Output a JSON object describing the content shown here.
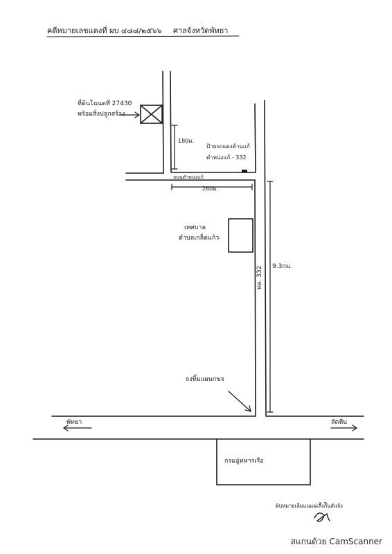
{
  "header": {
    "case_ref": "คดีหมายเลขแดงที่ ผบ ๔๘๘/๒๕๖๖",
    "court": "ศาลจังหวัดพัทยา"
  },
  "labels": {
    "land_title": "ที่ดินโฉนดที่ 27430",
    "land_desc": "พร้อมสิ่งปลูกสร้าง",
    "dist_180": "180ม.",
    "bus_stop": "ป้ายรถแดงด้านแก้",
    "bus_stop_2": "ตำหน่งแก้ - 332",
    "soi": "ถนนตำหน่งแก้",
    "dist_260": "260ม.",
    "municipality": "เทศบาล",
    "municipality_2": "ตำบลเกล็ดแก้ว",
    "highway": "ทล. 332",
    "dist_93": "9.3กม.",
    "junction": "ถงทิ้มแผนกขจ",
    "to_pattaya": "พัทยา",
    "to_sattahip": "สัตหีบ",
    "naval_dept": "กรมอู่ทหารเรือ",
    "note": "ผ้บหมายเลิ่มแนแผ่เลื้งก๊ีนส์แจ้ง",
    "watermark": "สแกนด้วย CamScanner"
  },
  "colors": {
    "ink": "#1a1a1a",
    "paper": "#ffffff"
  },
  "icons": {
    "land_plot": "x-box-icon",
    "signature": "signature-mark"
  }
}
